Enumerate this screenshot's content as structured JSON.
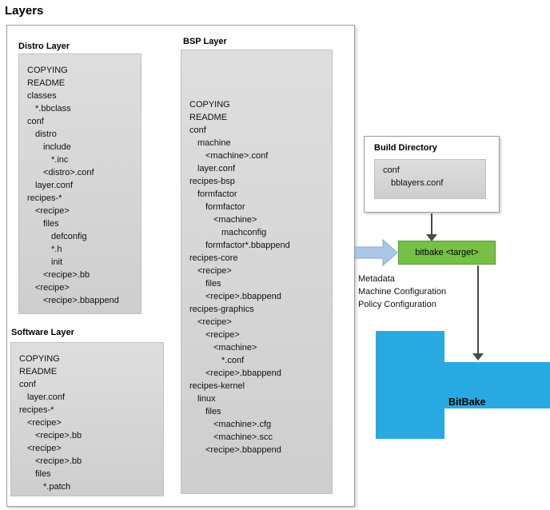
{
  "title": "Layers",
  "layers": {
    "distro": {
      "label": "Distro Layer",
      "tree": [
        {
          "t": "COPYING",
          "i": 0
        },
        {
          "t": "README",
          "i": 0
        },
        {
          "t": "classes",
          "i": 0
        },
        {
          "t": "*.bbclass",
          "i": 1
        },
        {
          "t": "conf",
          "i": 0
        },
        {
          "t": "distro",
          "i": 1
        },
        {
          "t": "include",
          "i": 2
        },
        {
          "t": "*.inc",
          "i": 3
        },
        {
          "t": "<distro>.conf",
          "i": 2
        },
        {
          "t": "layer.conf",
          "i": 1
        },
        {
          "t": "recipes-*",
          "i": 0
        },
        {
          "t": "<recipe>",
          "i": 1
        },
        {
          "t": "files",
          "i": 2
        },
        {
          "t": "defconfig",
          "i": 3
        },
        {
          "t": "*.h",
          "i": 3
        },
        {
          "t": "init",
          "i": 3
        },
        {
          "t": "<recipe>.bb",
          "i": 2
        },
        {
          "t": "<recipe>",
          "i": 1
        },
        {
          "t": "<recipe>.bbappend",
          "i": 2
        }
      ]
    },
    "bsp": {
      "label": "BSP Layer",
      "tree": [
        {
          "t": "COPYING",
          "i": 0
        },
        {
          "t": "README",
          "i": 0
        },
        {
          "t": "conf",
          "i": 0
        },
        {
          "t": "machine",
          "i": 1
        },
        {
          "t": "<machine>.conf",
          "i": 2
        },
        {
          "t": "layer.conf",
          "i": 1
        },
        {
          "t": "recipes-bsp",
          "i": 0
        },
        {
          "t": "formfactor",
          "i": 1
        },
        {
          "t": "formfactor",
          "i": 2
        },
        {
          "t": "<machine>",
          "i": 3
        },
        {
          "t": "machconfig",
          "i": 4
        },
        {
          "t": "formfactor*.bbappend",
          "i": 2
        },
        {
          "t": "recipes-core",
          "i": 0
        },
        {
          "t": "<recipe>",
          "i": 1
        },
        {
          "t": "files",
          "i": 2
        },
        {
          "t": "<recipe>.bbappend",
          "i": 2
        },
        {
          "t": "recipes-graphics",
          "i": 0
        },
        {
          "t": "<recipe>",
          "i": 1
        },
        {
          "t": "<recipe>",
          "i": 2
        },
        {
          "t": "<machine>",
          "i": 3
        },
        {
          "t": "*.conf",
          "i": 4
        },
        {
          "t": "<recipe>.bbappend",
          "i": 2
        },
        {
          "t": "recipes-kernel",
          "i": 0
        },
        {
          "t": "linux",
          "i": 1
        },
        {
          "t": "files",
          "i": 2
        },
        {
          "t": "<machine>.cfg",
          "i": 3
        },
        {
          "t": "<machine>.scc",
          "i": 3
        },
        {
          "t": "<recipe>.bbappend",
          "i": 2
        }
      ]
    },
    "software": {
      "label": "Software Layer",
      "tree": [
        {
          "t": "COPYING",
          "i": 0
        },
        {
          "t": "README",
          "i": 0
        },
        {
          "t": "conf",
          "i": 0
        },
        {
          "t": "layer.conf",
          "i": 1
        },
        {
          "t": "recipes-*",
          "i": 0
        },
        {
          "t": "<recipe>",
          "i": 1
        },
        {
          "t": "<recipe>.bb",
          "i": 2
        },
        {
          "t": "<recipe>",
          "i": 1
        },
        {
          "t": "<recipe>.bb",
          "i": 2
        },
        {
          "t": "files",
          "i": 2
        },
        {
          "t": "*.patch",
          "i": 3
        }
      ]
    }
  },
  "build_directory": {
    "label": "Build Directory",
    "tree": [
      {
        "t": "conf",
        "i": 0
      },
      {
        "t": "bblayers.conf",
        "i": 1
      }
    ]
  },
  "bitbake_target": {
    "label": "bitbake <target>"
  },
  "inputs_note": [
    "Metadata",
    "Machine Configuration",
    "Policy Configuration"
  ],
  "bitbake": {
    "label": "BitBake"
  },
  "colors": {
    "green": "#76c045",
    "blue": "#29a9e1",
    "arrow_blue": "#a9c7e6",
    "arrow_dark": "#4a4a4a",
    "box_gray": "#d6d6d6"
  }
}
